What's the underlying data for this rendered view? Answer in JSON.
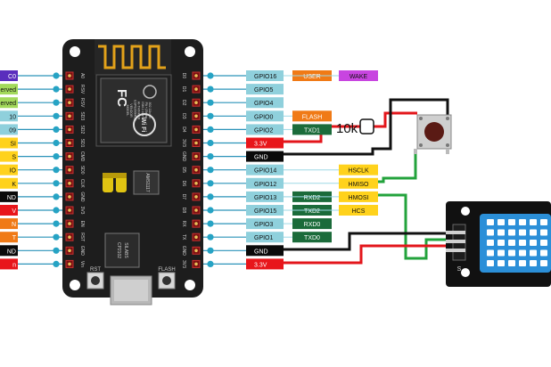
{
  "colors": {
    "gpio": "#8fd0dc",
    "power": "#e8161b",
    "ground": "#0a0a0a",
    "orange": "#f07a16",
    "violet": "#c845e0",
    "darkgreen": "#1b6b3a",
    "yellow": "#ffd21c",
    "purple": "#5a2dbd",
    "lightgreen": "#a3d95b",
    "board": "#1d1d1d",
    "sensor_blue": "#2b8fd8",
    "wire_red": "#e3161b",
    "wire_green": "#23a33c",
    "wire_black": "#111111"
  },
  "right_pins": [
    {
      "label": "GPIO16",
      "kind": "gpio",
      "extras": [
        {
          "text": "USER",
          "color": "orange"
        },
        {
          "text": "WAKE",
          "color": "violet"
        }
      ]
    },
    {
      "label": "GPIO5",
      "kind": "gpio",
      "extras": []
    },
    {
      "label": "GPIO4",
      "kind": "gpio",
      "extras": []
    },
    {
      "label": "GPIO0",
      "kind": "gpio",
      "extras": [
        {
          "text": "FLASH",
          "color": "orange"
        }
      ]
    },
    {
      "label": "GPIO2",
      "kind": "gpio",
      "extras": [
        {
          "text": "TXD1",
          "color": "darkgreen"
        }
      ]
    },
    {
      "label": "3.3V",
      "kind": "power",
      "extras": []
    },
    {
      "label": "GND",
      "kind": "ground",
      "extras": []
    },
    {
      "label": "GPIO14",
      "kind": "gpio",
      "extras": [
        {
          "text": "HSCLK",
          "color": "yellow"
        }
      ]
    },
    {
      "label": "GPIO12",
      "kind": "gpio",
      "extras": [
        {
          "text": "HMISO",
          "color": "yellow"
        }
      ]
    },
    {
      "label": "GPIO13",
      "kind": "gpio",
      "extras": [
        {
          "text": "RXD2",
          "color": "darkgreen"
        },
        {
          "text": "HMOSI",
          "color": "yellow"
        }
      ]
    },
    {
      "label": "GPIO15",
      "kind": "gpio",
      "extras": [
        {
          "text": "TXD2",
          "color": "darkgreen"
        },
        {
          "text": "HCS",
          "color": "yellow"
        }
      ]
    },
    {
      "label": "GPIO3",
      "kind": "gpio",
      "extras": [
        {
          "text": "RXD0",
          "color": "darkgreen"
        }
      ]
    },
    {
      "label": "GPIO1",
      "kind": "gpio",
      "extras": [
        {
          "text": "TXD0",
          "color": "darkgreen"
        }
      ]
    },
    {
      "label": "GND",
      "kind": "ground",
      "extras": []
    },
    {
      "label": "3.3V",
      "kind": "power",
      "extras": []
    }
  ],
  "left_pins": [
    {
      "text": "C0",
      "color": "purple"
    },
    {
      "text": "erved",
      "color": "lightgreen"
    },
    {
      "text": "erved",
      "color": "lightgreen"
    },
    {
      "text": "10",
      "color": "gpio"
    },
    {
      "text": "09",
      "color": "gpio"
    },
    {
      "text": "SI",
      "color": "yellow"
    },
    {
      "text": "S",
      "color": "yellow"
    },
    {
      "text": "IO",
      "color": "yellow"
    },
    {
      "text": "K",
      "color": "yellow"
    },
    {
      "text": "ND",
      "color": "ground"
    },
    {
      "text": "V",
      "color": "power"
    },
    {
      "text": "N",
      "color": "orange"
    },
    {
      "text": "T",
      "color": "orange"
    },
    {
      "text": "ND",
      "color": "ground"
    },
    {
      "text": "n",
      "color": "power"
    }
  ],
  "board": {
    "left_header": [
      "A0",
      "RSV",
      "RSV",
      "SD3",
      "SD2",
      "SD1",
      "CMD",
      "SD0",
      "CLK",
      "GND",
      "3V3",
      "EN",
      "RST",
      "GND",
      "Vin"
    ],
    "right_header": [
      "D0",
      "D1",
      "D2",
      "D3",
      "D4",
      "3V3",
      "GND",
      "D5",
      "D6",
      "D7",
      "D8",
      "RX",
      "TX",
      "GND",
      "3V3"
    ],
    "module_lines": [
      "MODEL",
      "VENDOR",
      "ESP8266MOD",
      "AI-THINKER",
      "ISM 2.4GHz",
      "PA +25dBm",
      "802.11b/g/n"
    ],
    "wifi_text": "Wi Fi",
    "fc_text": "FC",
    "usb_chip_lines": [
      "SILABS",
      "CP2102"
    ],
    "ams_text": "AMS1117",
    "rst_label": "RST",
    "flash_label": "FLASH"
  },
  "resistor": {
    "label": "10k"
  },
  "sensor": {
    "header_label": "S"
  }
}
